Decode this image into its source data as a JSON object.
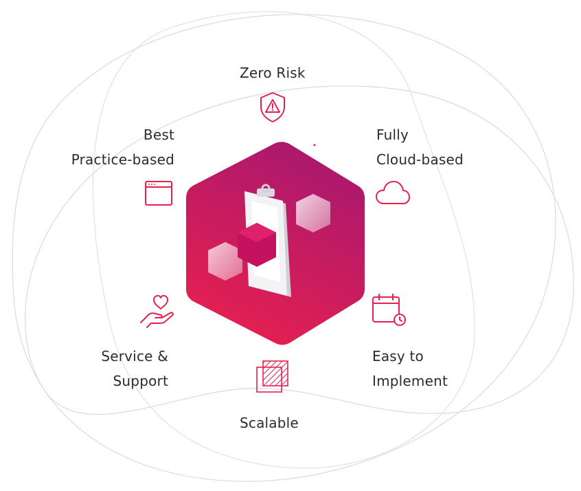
{
  "brand_color": "#e8204f",
  "hex_gradient": [
    "#a8186f",
    "#e8204f"
  ],
  "outline_color": "#d6d6ea",
  "features": {
    "zero_risk": {
      "label": "Zero Risk",
      "icon": "shield-warning-icon"
    },
    "cloud": {
      "line1": "Fully",
      "line2": "Cloud-based",
      "icon": "cloud-icon"
    },
    "implement": {
      "line1": "Easy to",
      "line2": "Implement",
      "icon": "calendar-clock-icon"
    },
    "scalable": {
      "label": "Scalable",
      "icon": "scalable-squares-icon"
    },
    "support": {
      "line1": "Service &",
      "line2": "Support",
      "icon": "hand-heart-icon"
    },
    "best_practice": {
      "line1": "Best",
      "line2": "Practice-based",
      "icon": "browser-window-icon"
    }
  },
  "center_icon": "clipboard-hexagon-icon"
}
